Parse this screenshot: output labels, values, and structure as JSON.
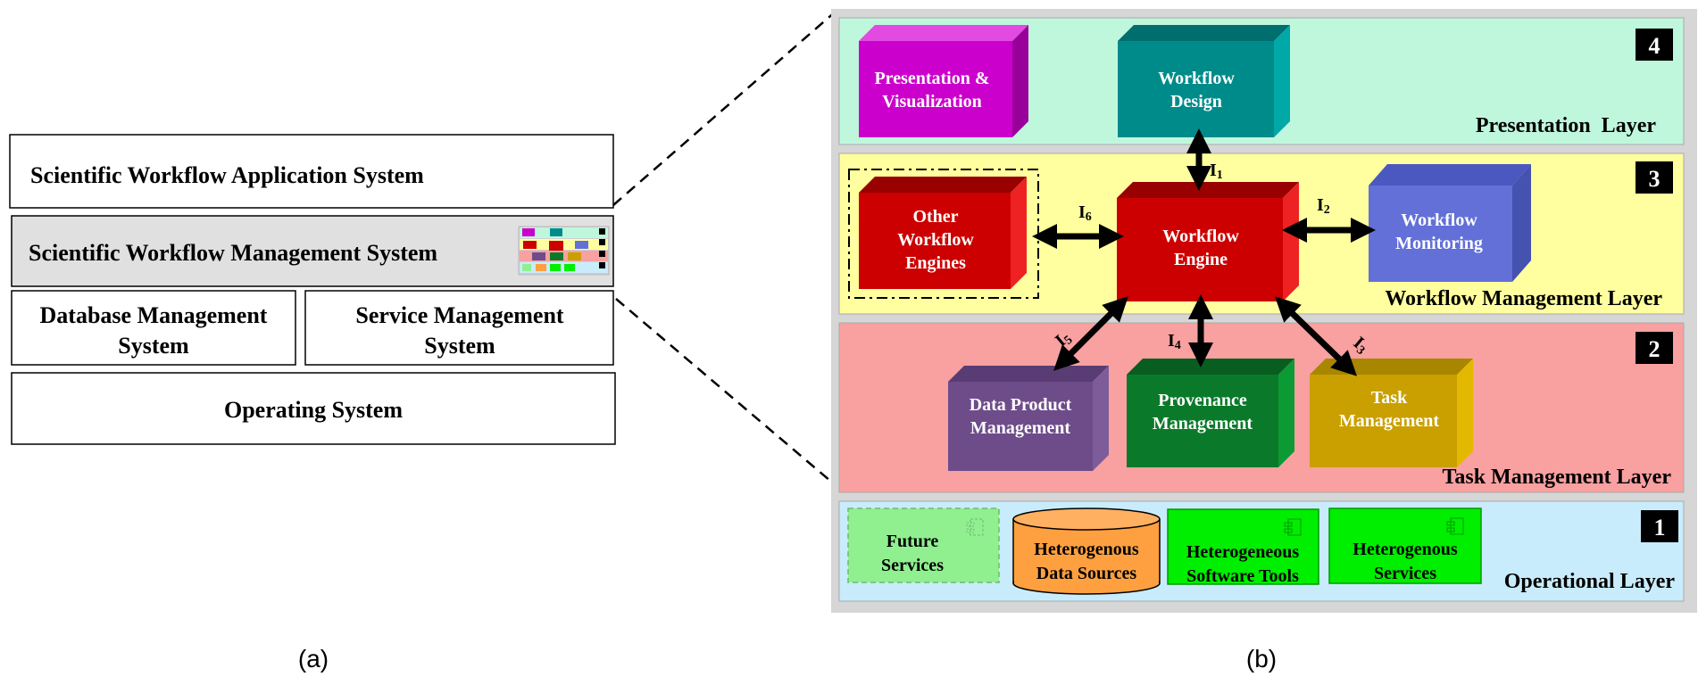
{
  "captions": {
    "left": "(a)",
    "right": "(b)"
  },
  "stack_a": {
    "application": "Scientific Workflow Application System",
    "management": "Scientific Workflow Management System",
    "database_line1": "Database Management",
    "database_line2": "System",
    "service_line1": "Service Management",
    "service_line2": "System",
    "operating": "Operating System"
  },
  "layers": {
    "presentation": {
      "name": "Presentation  Layer",
      "number": "4",
      "color": "#bff7dd"
    },
    "workflow_mgmt": {
      "name": "Workflow Management Layer",
      "number": "3",
      "color": "#ffff9f"
    },
    "task_mgmt": {
      "name": "Task Management Layer",
      "number": "2",
      "color": "#f9a0a0"
    },
    "operational": {
      "name": "Operational Layer",
      "number": "1",
      "color": "#c8ecfb"
    }
  },
  "blocks": {
    "presentation_vis": {
      "line1": "Presentation &",
      "line2": "Visualization",
      "color": "#cc00cc"
    },
    "workflow_design": {
      "line1": "Workflow",
      "line2": "Design",
      "color": "#008b8b"
    },
    "other_engines": {
      "line1": "Other",
      "line2": "Workflow",
      "line3": "Engines",
      "color": "#cc0000"
    },
    "workflow_engine": {
      "line1": "Workflow",
      "line2": "Engine",
      "color": "#cc0000"
    },
    "workflow_monitoring": {
      "line1": "Workflow",
      "line2": "Monitoring",
      "color": "#6270d8"
    },
    "data_product": {
      "line1": "Data Product",
      "line2": "Management",
      "color": "#6e4c8a"
    },
    "provenance": {
      "line1": "Provenance",
      "line2": "Management",
      "color": "#0a7a2a"
    },
    "task": {
      "line1": "Task",
      "line2": "Management",
      "color": "#c9a000"
    }
  },
  "interfaces": {
    "i1": {
      "main": "I",
      "sub": "1"
    },
    "i2": {
      "main": "I",
      "sub": "2"
    },
    "i3": {
      "main": "I",
      "sub": "3"
    },
    "i4": {
      "main": "I",
      "sub": "4"
    },
    "i5": {
      "main": "I",
      "sub": "5"
    },
    "i6": {
      "main": "I",
      "sub": "6"
    }
  },
  "operational_items": {
    "future": {
      "line1": "Future",
      "line2": "Services"
    },
    "data_sources": {
      "line1": "Heterogenous",
      "line2": "Data Sources"
    },
    "software_tools": {
      "line1": "Heterogeneous",
      "line2": "Software Tools"
    },
    "services": {
      "line1": "Heterogenous",
      "line2": "Services"
    }
  }
}
